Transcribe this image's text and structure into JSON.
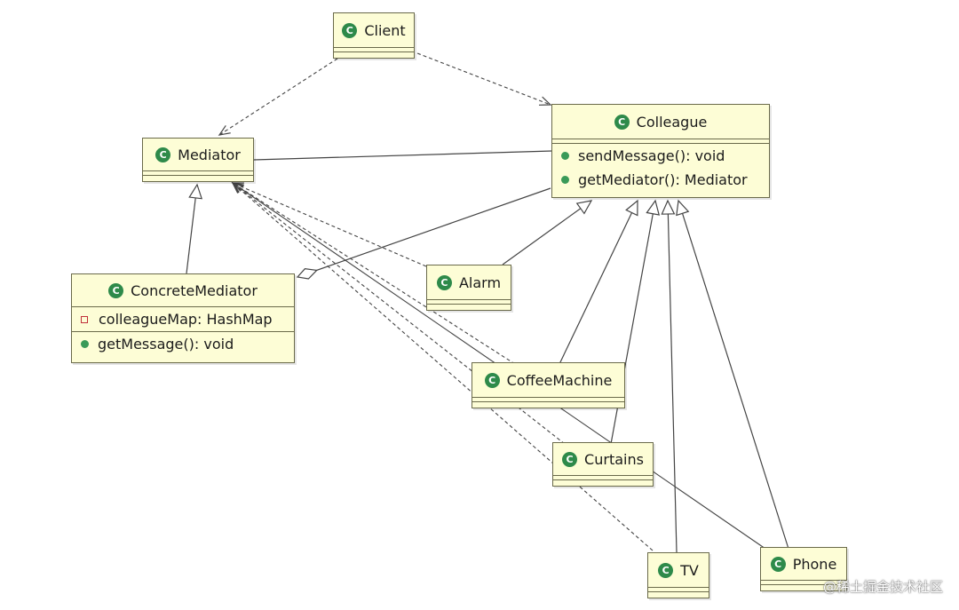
{
  "classes": {
    "client": {
      "name": "Client"
    },
    "mediator": {
      "name": "Mediator"
    },
    "colleague": {
      "name": "Colleague",
      "methods": [
        "sendMessage(): void",
        "getMediator(): Mediator"
      ]
    },
    "concrete_mediator": {
      "name": "ConcreteMediator",
      "fields": [
        "colleagueMap: HashMap"
      ],
      "methods": [
        "getMessage(): void"
      ]
    },
    "alarm": {
      "name": "Alarm"
    },
    "coffee_machine": {
      "name": "CoffeeMachine"
    },
    "curtains": {
      "name": "Curtains"
    },
    "tv": {
      "name": "TV"
    },
    "phone": {
      "name": "Phone"
    }
  },
  "class_icon_glyph": "C",
  "watermark": "@稀土掘金技术社区",
  "colors": {
    "class_fill": "#fdfdd6",
    "class_border": "#6a6a4a",
    "class_icon": "#2e8a4a",
    "field_marker": "#c0303a",
    "line": "#444444"
  }
}
